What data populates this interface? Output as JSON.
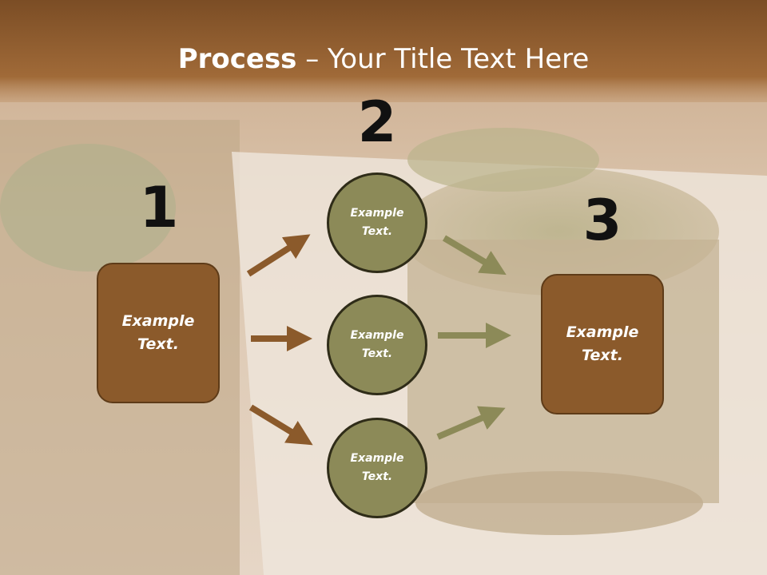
{
  "slide": {
    "title_bold": "Process",
    "title_rest": " – Your Title Text Here"
  },
  "steps": {
    "one": {
      "number": "1",
      "label": "Example\nText."
    },
    "two": {
      "number": "2"
    },
    "three": {
      "number": "3",
      "label": "Example\nText."
    }
  },
  "circles": [
    {
      "label": "Example\nText."
    },
    {
      "label": "Example\nText."
    },
    {
      "label": "Example\nText."
    }
  ],
  "colors": {
    "title_band": "#8a5a2e",
    "box_fill": "#8b5a2b",
    "circle_fill": "#8c8a58",
    "arrow_brown": "#8b5a2b",
    "arrow_olive": "#8c8a58"
  }
}
